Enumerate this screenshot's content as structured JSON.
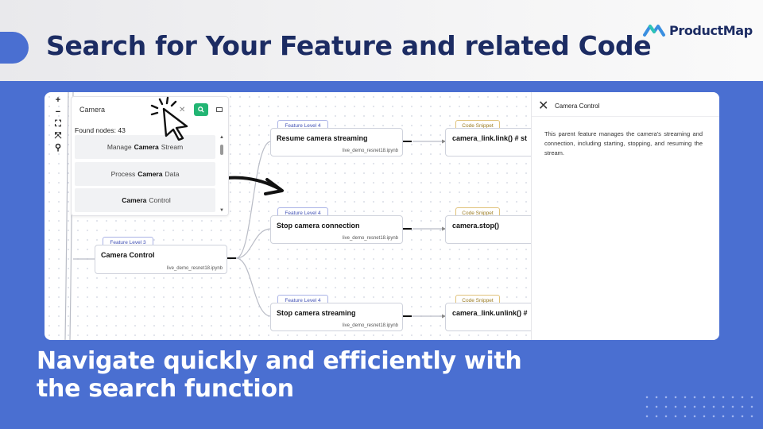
{
  "header": {
    "title": "Search for Your Feature and related Code",
    "brand": "ProductMap"
  },
  "tagline": {
    "line1": "Navigate quickly and efficiently with",
    "line2": "the search function"
  },
  "zoom_tools": [
    "+",
    "−",
    "⛶",
    "⤧",
    "⚲"
  ],
  "search": {
    "value": "Camera",
    "found_label": "Found nodes: 43",
    "results": [
      {
        "pre": "Manage",
        "match": "Camera",
        "post": "Stream"
      },
      {
        "pre": "Process",
        "match": "Camera",
        "post": "Data"
      },
      {
        "pre": "",
        "match": "Camera",
        "post": "Control"
      }
    ]
  },
  "root_node": {
    "tag": "Feature Level 3",
    "title": "Camera Control",
    "file": "live_demo_resnet18.ipynb"
  },
  "child_nodes": [
    {
      "tag": "Feature Level 4",
      "title": "Resume camera streaming",
      "file": "live_demo_resnet18.ipynb",
      "code_tag": "Code Snippet",
      "code": "camera_link.link() # st"
    },
    {
      "tag": "Feature Level 4",
      "title": "Stop camera connection",
      "file": "live_demo_resnet18.ipynb",
      "code_tag": "Code Snippet",
      "code": "camera.stop()"
    },
    {
      "tag": "Feature Level 4",
      "title": "Stop camera streaming",
      "file": "live_demo_resnet18.ipynb",
      "code_tag": "Code Snippet",
      "code": "camera_link.unlink() #"
    }
  ],
  "detail": {
    "title": "Camera Control",
    "body": "This parent feature manages the camera's streaming and connection, including starting, stopping, and resuming the stream."
  },
  "colors": {
    "background": "#4a6fd1",
    "title": "#1c2c63",
    "search_button": "#22b573"
  }
}
